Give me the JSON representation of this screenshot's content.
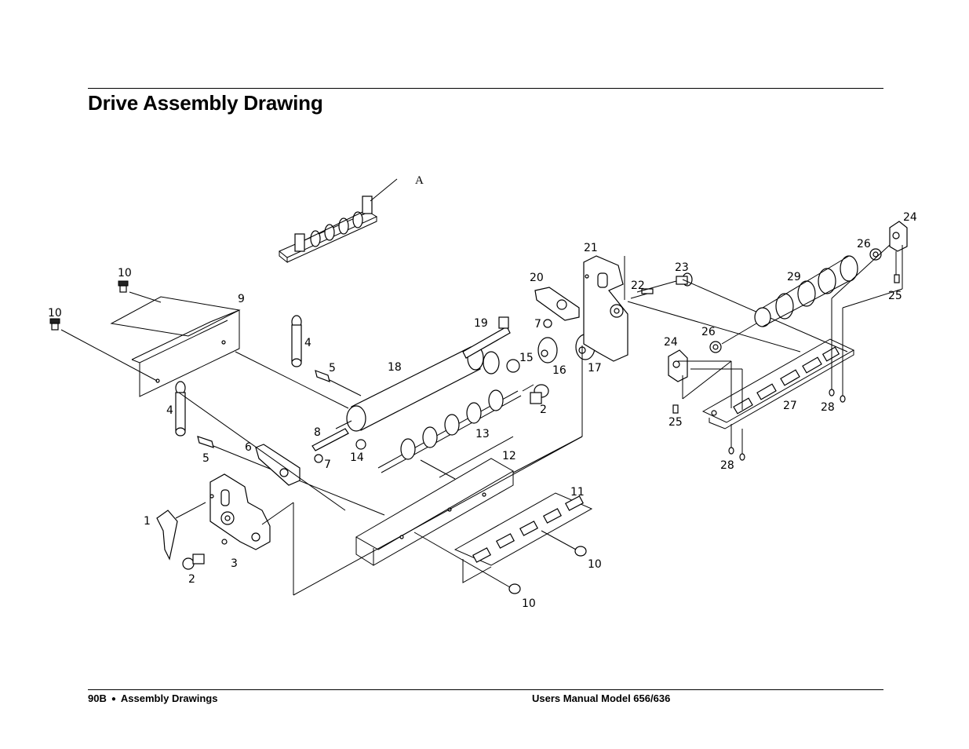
{
  "page": {
    "title": "Drive Assembly Drawing",
    "footer_left_page": "90B",
    "footer_left_section": "Assembly Drawings",
    "footer_right": "Users Manual Model 656/636"
  },
  "callouts": {
    "A": "A",
    "p1": "1",
    "p2a": "2",
    "p2b": "2",
    "p3": "3",
    "p4a": "4",
    "p4b": "4",
    "p5a": "5",
    "p5b": "5",
    "p6": "6",
    "p7a": "7",
    "p7b": "7",
    "p8": "8",
    "p9": "9",
    "p10a": "10",
    "p10b": "10",
    "p10c": "10",
    "p10d": "10",
    "p11": "11",
    "p12": "12",
    "p13": "13",
    "p14": "14",
    "p15": "15",
    "p16": "16",
    "p17": "17",
    "p18": "18",
    "p19": "19",
    "p20": "20",
    "p21": "21",
    "p22": "22",
    "p23": "23",
    "p24a": "24",
    "p24b": "24",
    "p25a": "25",
    "p25b": "25",
    "p26a": "26",
    "p26b": "26",
    "p27": "27",
    "p28a": "28",
    "p28b": "28",
    "p29": "29"
  }
}
